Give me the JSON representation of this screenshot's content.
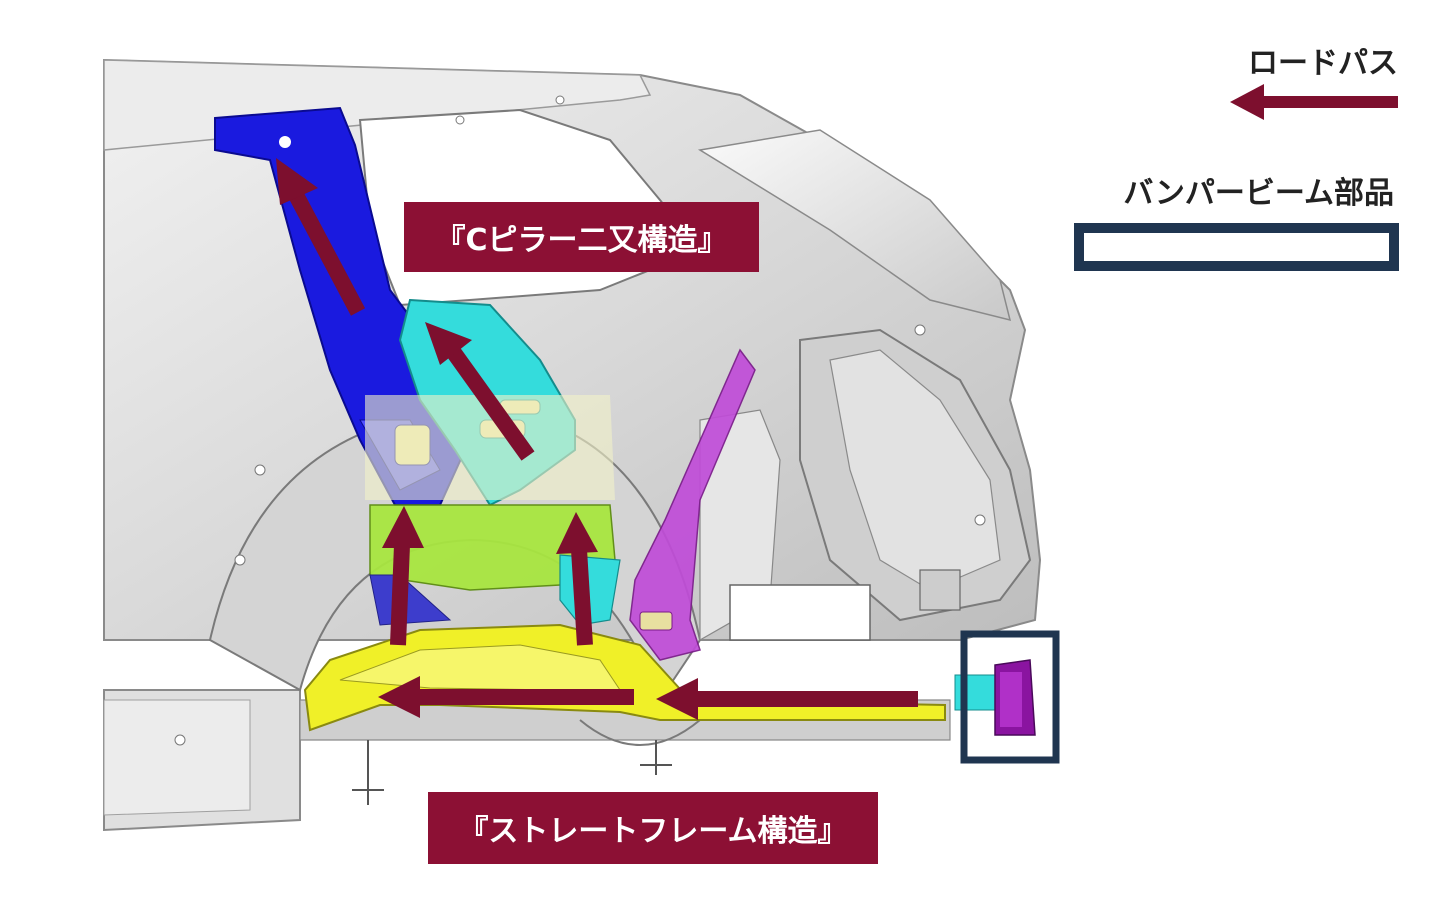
{
  "legend": {
    "load_path": "ロードパス",
    "bumper_beam": "バンパービーム部品"
  },
  "labels": {
    "c_pillar": "『Cピラー二又構造』",
    "straight_frame": "『ストレートフレーム構造』"
  },
  "colors": {
    "arrow": "#7d0f2e",
    "label_bg": "#8c1034",
    "frame_box": "#1f3550",
    "c_pillar_blue": "#1a1adf",
    "cyan_part": "#34dcdc",
    "yellow_frame": "#f0f028",
    "green_part": "#a8e640",
    "magenta_part": "#c04cd8",
    "body_gray": "#d8d8d8"
  }
}
